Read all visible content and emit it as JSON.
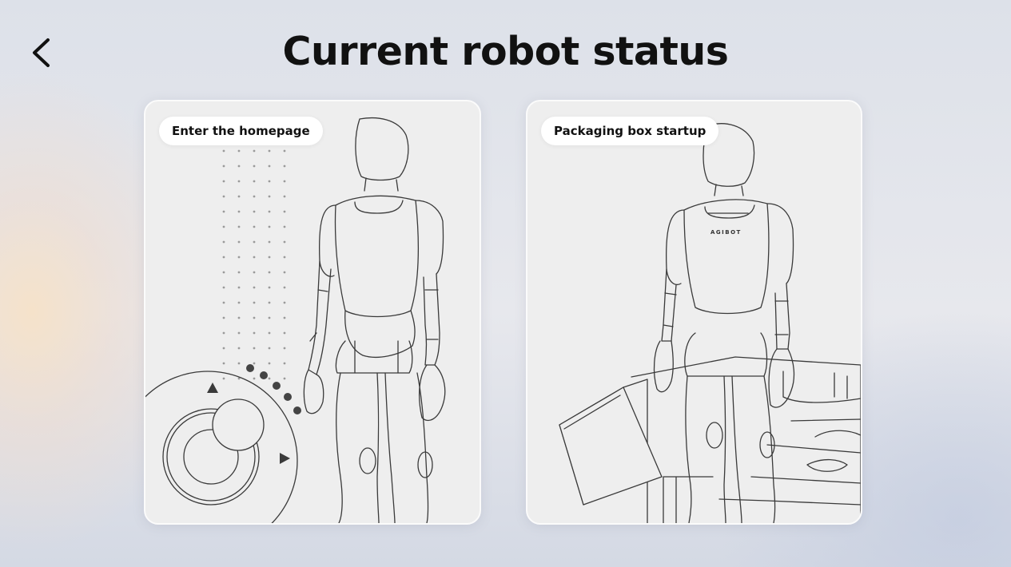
{
  "page": {
    "title": "Current robot status",
    "back_icon": "chevron-left-icon"
  },
  "options": [
    {
      "label": "Enter the homepage",
      "illustration": "robot-standing-with-controller-illustration"
    },
    {
      "label": "Packaging box startup",
      "illustration": "robot-in-packaging-box-illustration",
      "brand_text": "AGIBOT"
    }
  ],
  "colors": {
    "card_background": "#eeeeee",
    "line_art": "#333333",
    "title_text": "#111111"
  }
}
